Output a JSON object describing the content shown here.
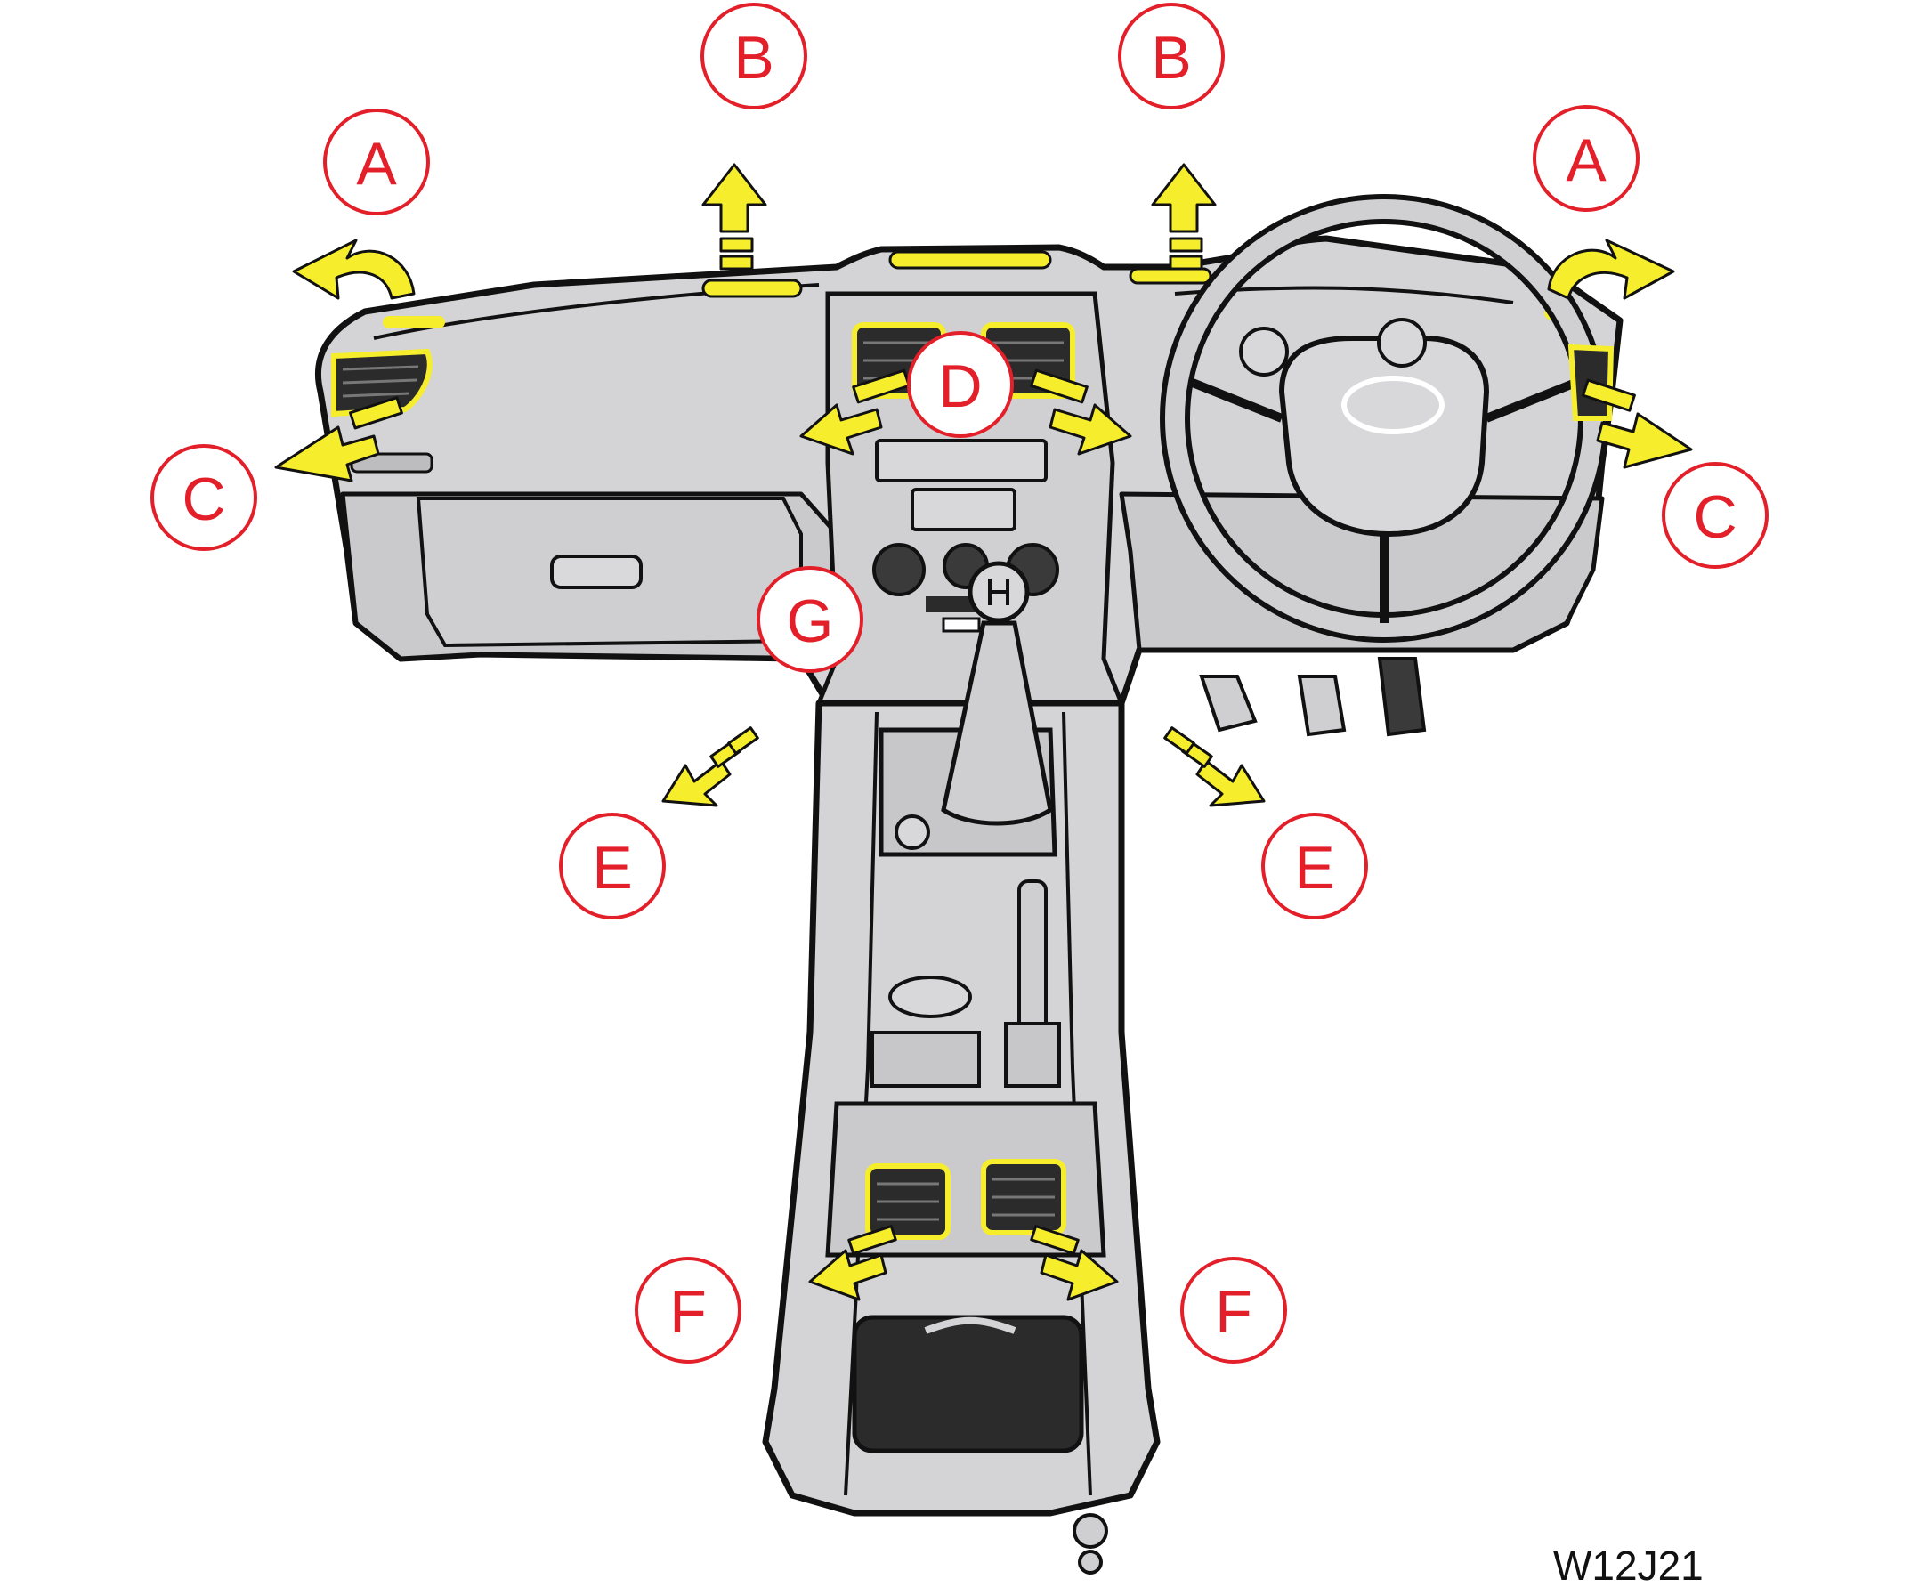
{
  "figure_code": "W12J21",
  "colors": {
    "panel_fill": "#d4d4d6",
    "panel_dark": "#bdbdc0",
    "outline": "#111111",
    "airflow_arrow": "#f6ee2c",
    "vent_highlight": "#f6ee2c",
    "callout_ring": "#e3202a",
    "callout_text": "#e3202a",
    "background": "#ffffff"
  },
  "callouts": [
    {
      "id": "A-left",
      "label": "A",
      "meaning": "side vent upward airflow"
    },
    {
      "id": "A-right",
      "label": "A",
      "meaning": "side vent upward airflow"
    },
    {
      "id": "B-left",
      "label": "B",
      "meaning": "defrost vent"
    },
    {
      "id": "B-right",
      "label": "B",
      "meaning": "defrost vent"
    },
    {
      "id": "C-left",
      "label": "C",
      "meaning": "side face vent"
    },
    {
      "id": "C-right",
      "label": "C",
      "meaning": "side face vent"
    },
    {
      "id": "D",
      "label": "D",
      "meaning": "center face vents"
    },
    {
      "id": "E-left",
      "label": "E",
      "meaning": "foot vent"
    },
    {
      "id": "E-right",
      "label": "E",
      "meaning": "foot vent"
    },
    {
      "id": "F-left",
      "label": "F",
      "meaning": "rear console vent"
    },
    {
      "id": "F-right",
      "label": "F",
      "meaning": "rear console vent"
    },
    {
      "id": "G",
      "label": "G",
      "meaning": "climate control panel"
    }
  ],
  "icons": [
    "steering-wheel-icon",
    "gear-lever-icon",
    "airflow-arrow-icon",
    "air-vent-icon"
  ]
}
